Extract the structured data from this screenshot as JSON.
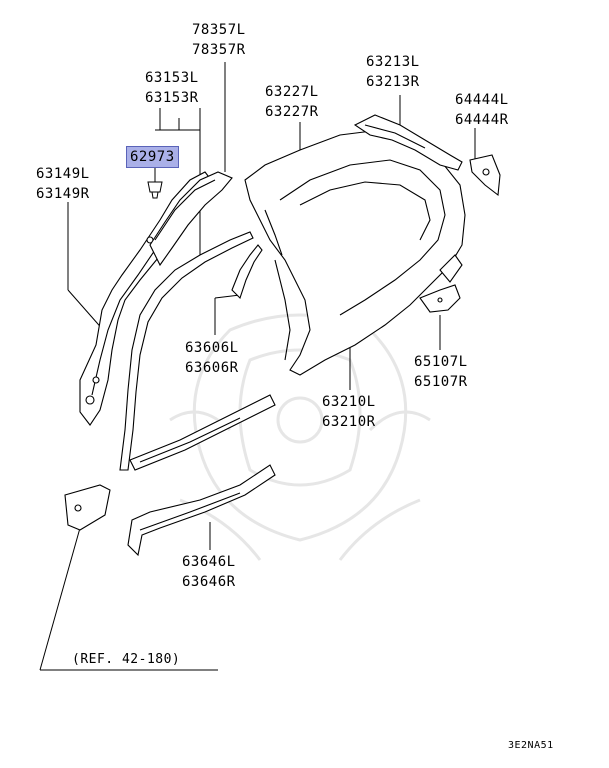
{
  "diagram": {
    "parts": [
      {
        "id": "p78357",
        "left_part": "78357L",
        "right_part": "78357R"
      },
      {
        "id": "p63153",
        "left_part": "63153L",
        "right_part": "63153R"
      },
      {
        "id": "p63227",
        "left_part": "63227L",
        "right_part": "63227R"
      },
      {
        "id": "p63213",
        "left_part": "63213L",
        "right_part": "63213R"
      },
      {
        "id": "p64444",
        "left_part": "64444L",
        "right_part": "64444R"
      },
      {
        "id": "p63149",
        "left_part": "63149L",
        "right_part": "63149R"
      },
      {
        "id": "p63606",
        "left_part": "63606L",
        "right_part": "63606R"
      },
      {
        "id": "p65107",
        "left_part": "65107L",
        "right_part": "65107R"
      },
      {
        "id": "p63210",
        "left_part": "63210L",
        "right_part": "63210R"
      },
      {
        "id": "p63646",
        "left_part": "63646L",
        "right_part": "63646R"
      }
    ],
    "highlighted_part": "62973",
    "highlight_color": "#aab0e8",
    "reference_note": "(REF. 42-180)",
    "diagram_code": "3E2NA51"
  }
}
